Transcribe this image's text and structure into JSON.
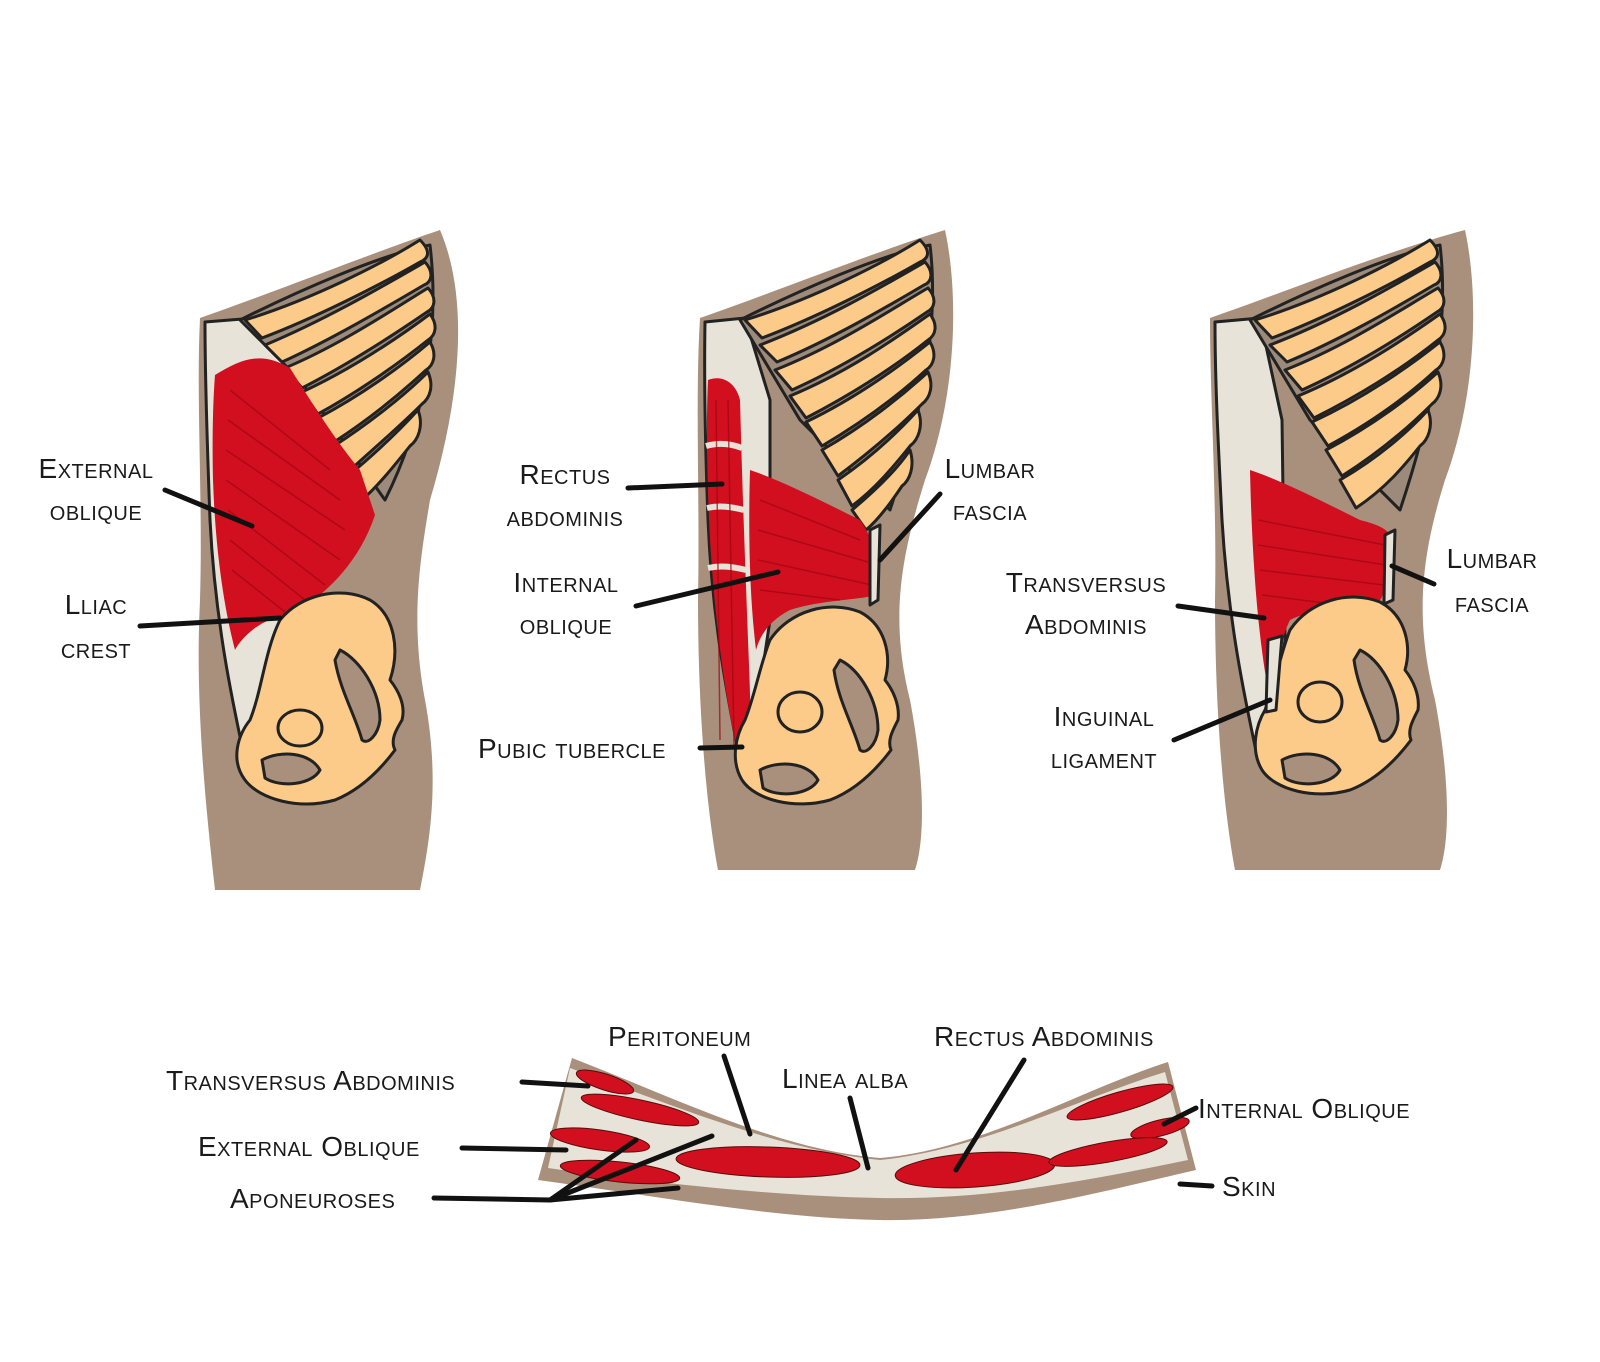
{
  "colors": {
    "background": "#ffffff",
    "body_tan": "#a8907c",
    "bone": "#fcca89",
    "muscle_red": "#d20f1e",
    "fascia": "#e7e3d8",
    "outline": "#222222",
    "rib_gap": "#9c8a7a"
  },
  "panel1": {
    "label_external_oblique": [
      "External",
      "oblique"
    ],
    "label_iliac_crest": [
      "Lliac",
      "crest"
    ]
  },
  "panel2": {
    "label_rectus": [
      "Rectus",
      "abdominis"
    ],
    "label_internal_oblique": [
      "Internal",
      "oblique"
    ],
    "label_pubic_tubercle": "Pubic tubercle",
    "label_lumbar_fascia": [
      "Lumbar",
      "fascia"
    ]
  },
  "panel3": {
    "label_transversus": [
      "Transversus",
      "Abdominis"
    ],
    "label_inguinal": [
      "Inguinal",
      "ligament"
    ],
    "label_lumbar_fascia": [
      "Lumbar",
      "fascia"
    ]
  },
  "cross_section": {
    "label_transversus": "Transversus Abdominis",
    "label_external_oblique": "External Oblique",
    "label_aponeuroses": "Aponeuroses",
    "label_peritoneum": "Peritoneum",
    "label_linea_alba": "Linea alba",
    "label_rectus": "Rectus Abdominis",
    "label_internal_oblique": "Internal Oblique",
    "label_skin": "Skin"
  }
}
